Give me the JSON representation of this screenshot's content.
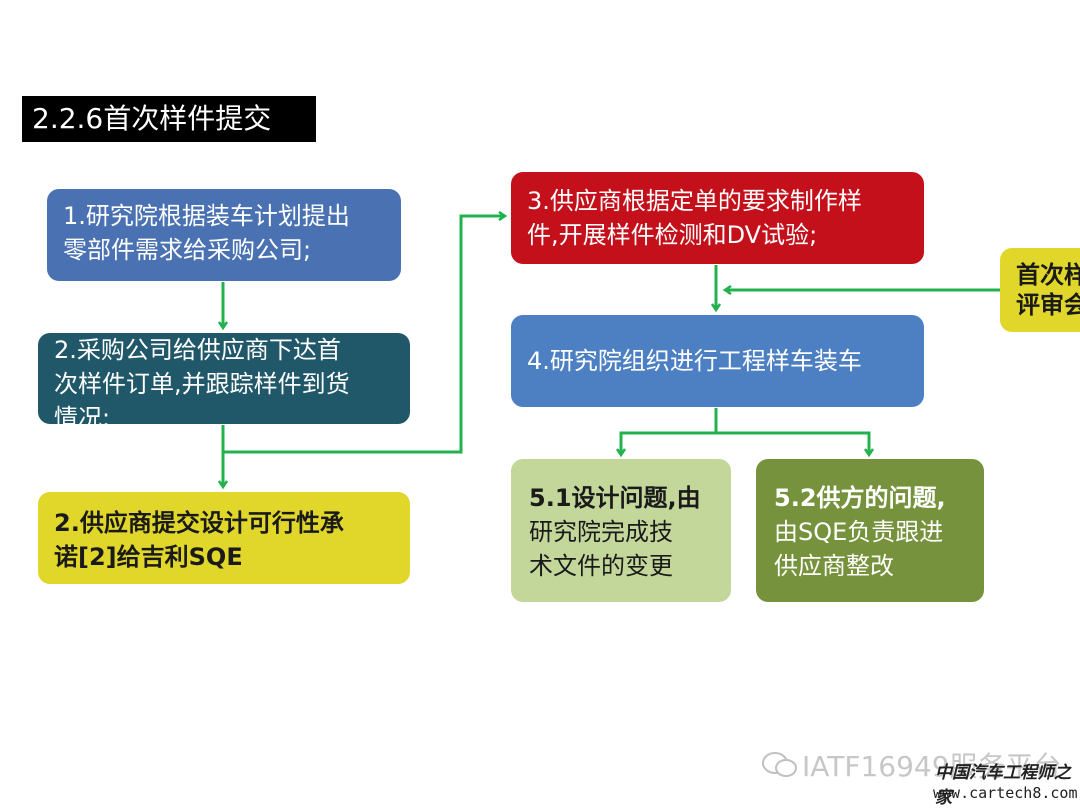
{
  "title": "2.2.6首次样件提交",
  "boxes": {
    "b1": [
      "1.研究院根据装车计划提出",
      "零部件需求给采购公司;"
    ],
    "b2": [
      "2.采购公司给供应商下达首",
      "次样件订单,并跟踪样件到货",
      "情况;"
    ],
    "b2y": [
      "2.供应商提交设计可行性承",
      "诺[2]给吉利SQE"
    ],
    "b3": [
      "3.供应商根据定单的要求制作样",
      "件,开展样件检测和DV试验;"
    ],
    "b4": "4.研究院组织进行工程样车装车",
    "b51": [
      "5.1设计问题,由",
      "研究院完成技",
      "术文件的变更"
    ],
    "b52": [
      "5.2供方的问题,",
      "由SQE负责跟进",
      "供应商整改"
    ],
    "b6": [
      "首次样",
      "评审会"
    ]
  },
  "watermark": {
    "text": "IATF16949服务平台",
    "icon": "wechat-icon",
    "logo_line1": "中国汽车工程师之家",
    "logo_line2": "www.cartech8.com"
  },
  "colors": {
    "arrow": "#22b14c",
    "box1": "#4a72b2",
    "box2": "#215869",
    "yellow": "#e1d72a",
    "red": "#c4101b",
    "box4": "#4d80c2",
    "box51": "#c4d79b",
    "box52": "#77923c"
  }
}
